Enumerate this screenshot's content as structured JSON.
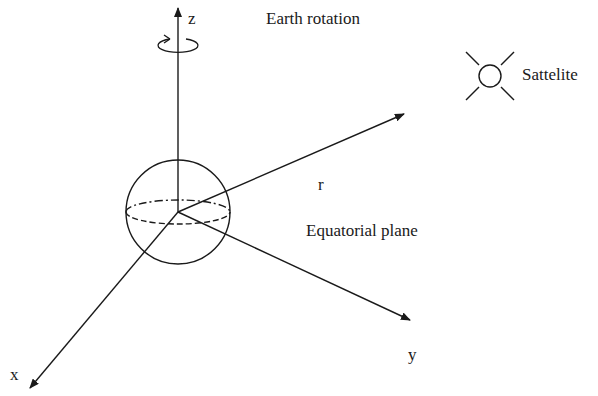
{
  "diagram": {
    "labels": [
      "z",
      "Earth rotation",
      "Sattelite",
      "r",
      "Equatorial plane",
      "x",
      "y"
    ]
  }
}
